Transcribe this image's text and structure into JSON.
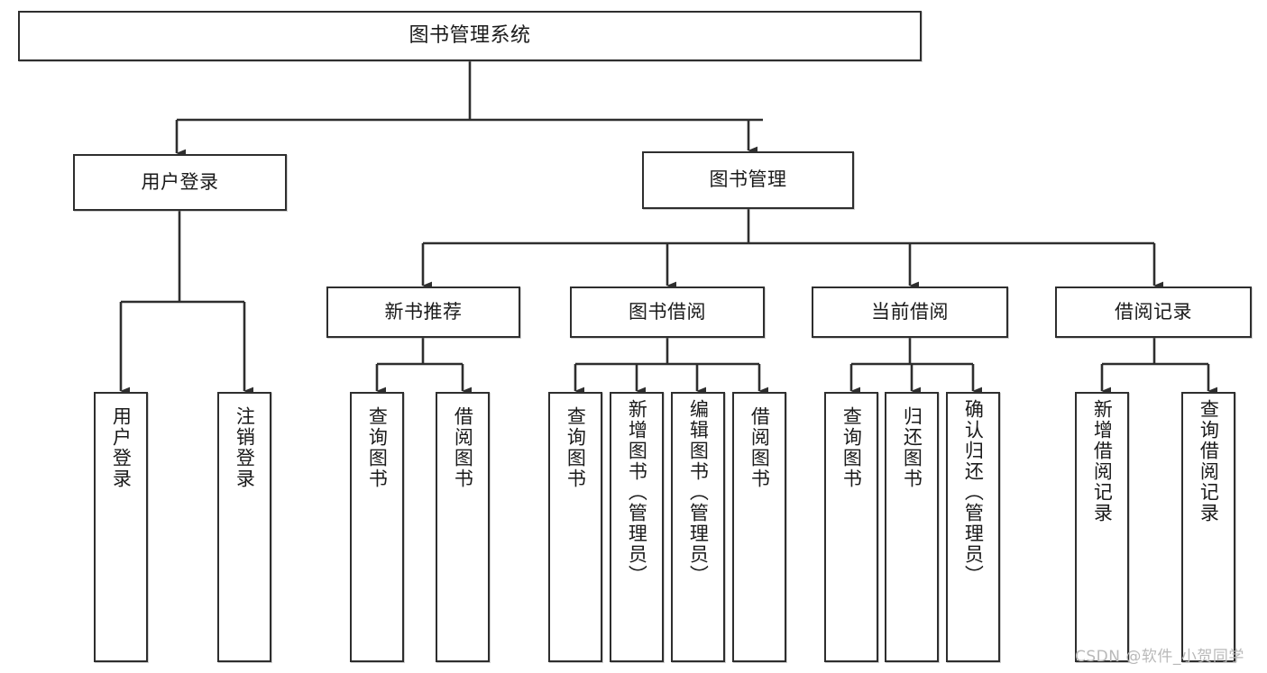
{
  "diagram": {
    "type": "tree-hierarchy-chart",
    "title": "图书管理系统",
    "colors": {
      "stroke": "#2e2e2e",
      "fill": "#ffffff",
      "text": "#1a1a1a",
      "watermark": "#b9b9b9"
    },
    "root": {
      "id": "root",
      "label": "图书管理系统"
    },
    "level1": [
      {
        "id": "user-login",
        "label": "用户登录"
      },
      {
        "id": "book-manage",
        "label": "图书管理"
      }
    ],
    "level2": [
      {
        "id": "new-book-rec",
        "label": "新书推荐",
        "parent": "book-manage"
      },
      {
        "id": "book-borrow",
        "label": "图书借阅",
        "parent": "book-manage"
      },
      {
        "id": "current-borrow",
        "label": "当前借阅",
        "parent": "book-manage"
      },
      {
        "id": "borrow-record",
        "label": "借阅记录",
        "parent": "book-manage"
      }
    ],
    "leaves": {
      "user-login": [
        {
          "id": "leaf-user-login",
          "label": "用户登录"
        },
        {
          "id": "leaf-logout",
          "label": "注销登录"
        }
      ],
      "new-book-rec": [
        {
          "id": "leaf-query-book-1",
          "label": "查询图书"
        },
        {
          "id": "leaf-borrow-book-1",
          "label": "借阅图书"
        }
      ],
      "book-borrow": [
        {
          "id": "leaf-query-book-2",
          "label": "查询图书"
        },
        {
          "id": "leaf-add-book",
          "label": "新增图书（管理员）"
        },
        {
          "id": "leaf-edit-book",
          "label": "编辑图书（管理员）"
        },
        {
          "id": "leaf-borrow-book-2",
          "label": "借阅图书"
        }
      ],
      "current-borrow": [
        {
          "id": "leaf-query-book-3",
          "label": "查询图书"
        },
        {
          "id": "leaf-return-book",
          "label": "归还图书"
        },
        {
          "id": "leaf-confirm-return",
          "label": "确认归还（管理员）"
        }
      ],
      "borrow-record": [
        {
          "id": "leaf-add-record",
          "label": "新增借阅记录"
        },
        {
          "id": "leaf-query-record",
          "label": "查询借阅记录"
        }
      ]
    },
    "watermark": "CSDN @软件_小贺同学"
  }
}
